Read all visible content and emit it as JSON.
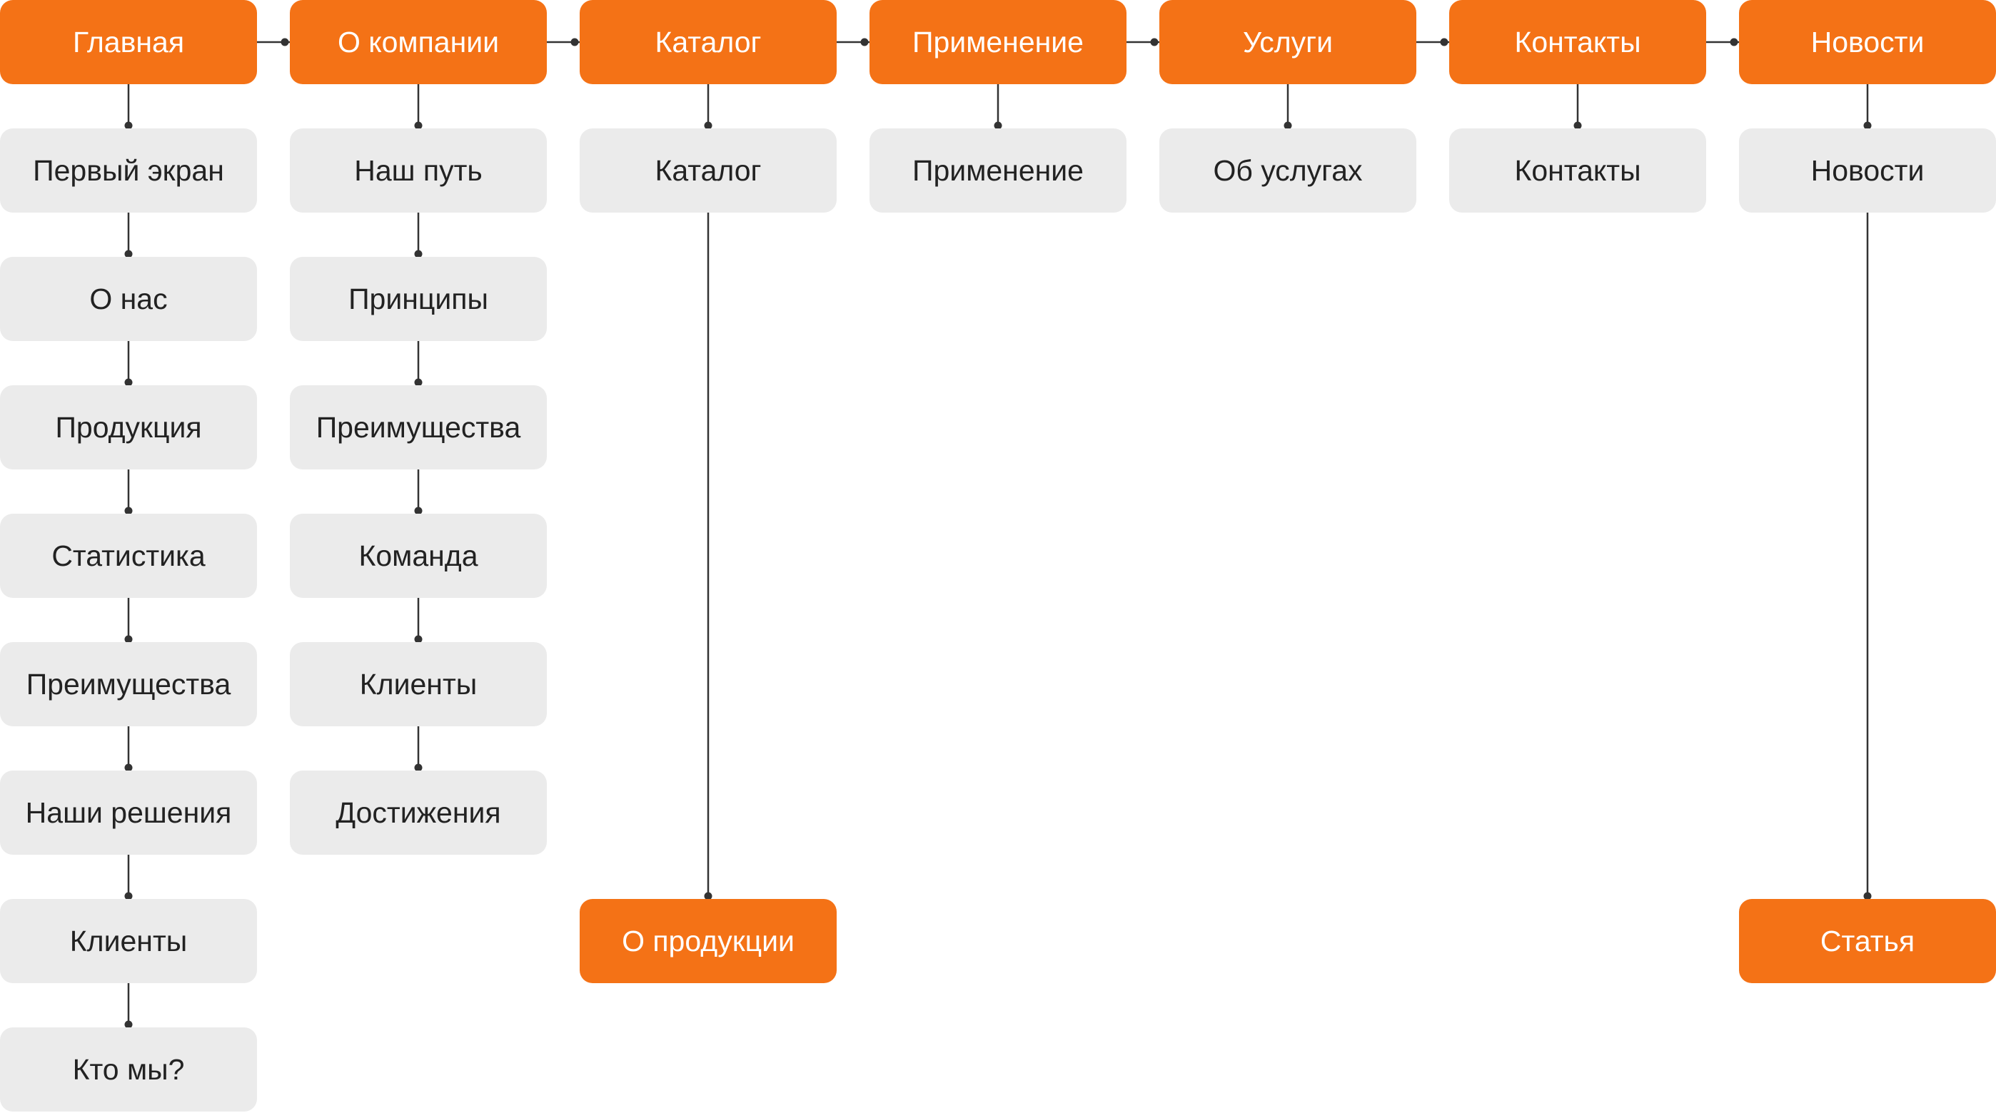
{
  "colors": {
    "primary_fill": "#f47216",
    "primary_text": "#ffffff",
    "secondary_fill": "#ebebeb",
    "secondary_text": "#222222",
    "connector": "#333333"
  },
  "sitemap": {
    "columns": [
      {
        "key": "home",
        "header": "Главная",
        "children": [
          {
            "label": "Первый экран",
            "style": "secondary"
          },
          {
            "label": "О нас",
            "style": "secondary"
          },
          {
            "label": "Продукция",
            "style": "secondary"
          },
          {
            "label": "Статистика",
            "style": "secondary"
          },
          {
            "label": "Преимущества",
            "style": "secondary"
          },
          {
            "label": "Наши решения",
            "style": "secondary"
          },
          {
            "label": "Клиенты",
            "style": "secondary"
          },
          {
            "label": "Кто мы?",
            "style": "secondary"
          }
        ]
      },
      {
        "key": "company",
        "header": "О компании",
        "children": [
          {
            "label": "Наш путь",
            "style": "secondary"
          },
          {
            "label": "Принципы",
            "style": "secondary"
          },
          {
            "label": "Преимущества",
            "style": "secondary"
          },
          {
            "label": "Команда",
            "style": "secondary"
          },
          {
            "label": "Клиенты",
            "style": "secondary"
          },
          {
            "label": "Достижения",
            "style": "secondary"
          }
        ]
      },
      {
        "key": "catalog",
        "header": "Каталог",
        "children": [
          {
            "label": "Каталог",
            "style": "secondary"
          },
          {
            "label": "О продукции",
            "style": "primary",
            "row": 7
          }
        ]
      },
      {
        "key": "application",
        "header": "Применение",
        "children": [
          {
            "label": "Применение",
            "style": "secondary"
          }
        ]
      },
      {
        "key": "services",
        "header": "Услуги",
        "children": [
          {
            "label": "Об услугах",
            "style": "secondary"
          }
        ]
      },
      {
        "key": "contacts",
        "header": "Контакты",
        "children": [
          {
            "label": "Контакты",
            "style": "secondary"
          }
        ]
      },
      {
        "key": "news",
        "header": "Новости",
        "children": [
          {
            "label": "Новости",
            "style": "secondary"
          },
          {
            "label": "Статья",
            "style": "primary",
            "row": 7
          }
        ]
      }
    ]
  }
}
